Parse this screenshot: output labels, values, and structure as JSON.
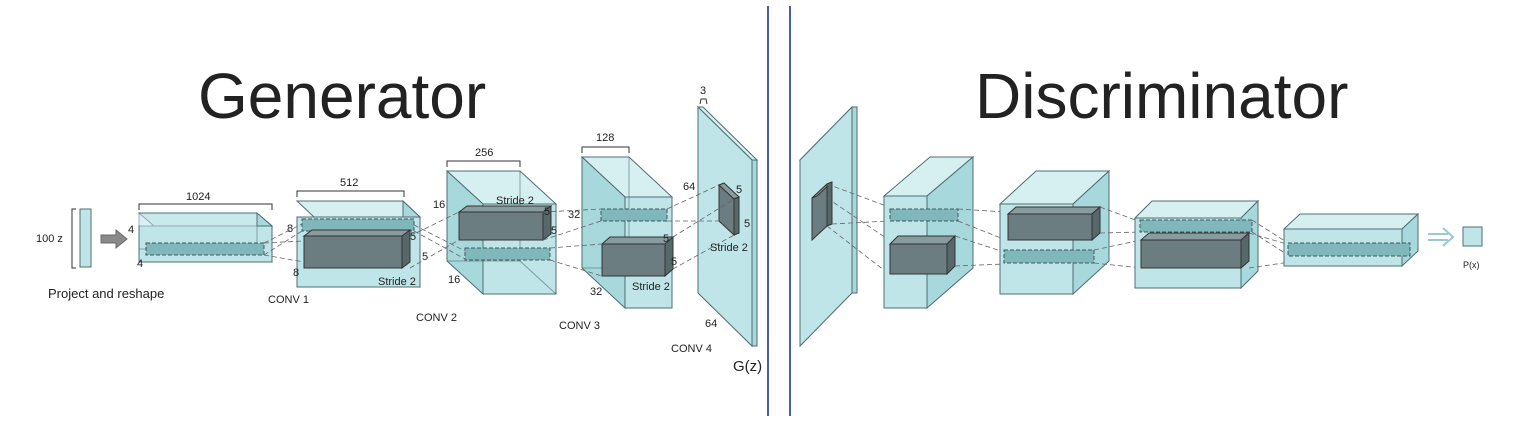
{
  "colors": {
    "title": "#4a8a8f",
    "block_face": "#bfe5e8",
    "block_top": "#d6f0f2",
    "block_side": "#a7d8dc",
    "block_edge": "#4f6e72",
    "kernel_face": "#6b7d80",
    "divider": "#4a5fa3"
  },
  "generator": {
    "title": "Generator",
    "input_label": "100 z",
    "project_label": "Project and reshape",
    "output_label": "G(z)",
    "layers": [
      {
        "name": "",
        "depth_label": "1024",
        "side_top": "4",
        "side_bottom": "4"
      },
      {
        "name": "CONV 1",
        "depth_label": "512",
        "side_top": "8",
        "side_bottom": "8",
        "k1": "5",
        "k2": "5",
        "stride": "Stride 2"
      },
      {
        "name": "CONV 2",
        "depth_label": "256",
        "side_top": "16",
        "side_bottom": "16",
        "k1": "5",
        "k2": "5",
        "stride": "Stride 2"
      },
      {
        "name": "CONV 3",
        "depth_label": "128",
        "side_top": "32",
        "side_bottom": "32",
        "k1": "5",
        "k2": "5",
        "stride": "Stride 2"
      },
      {
        "name": "CONV 4",
        "depth_label": "3",
        "side_top": "64",
        "side_bottom": "64",
        "k1": "5",
        "k2": "5",
        "stride": "Stride 2"
      }
    ]
  },
  "discriminator": {
    "title": "Discriminator",
    "output_label": "P(x)"
  }
}
